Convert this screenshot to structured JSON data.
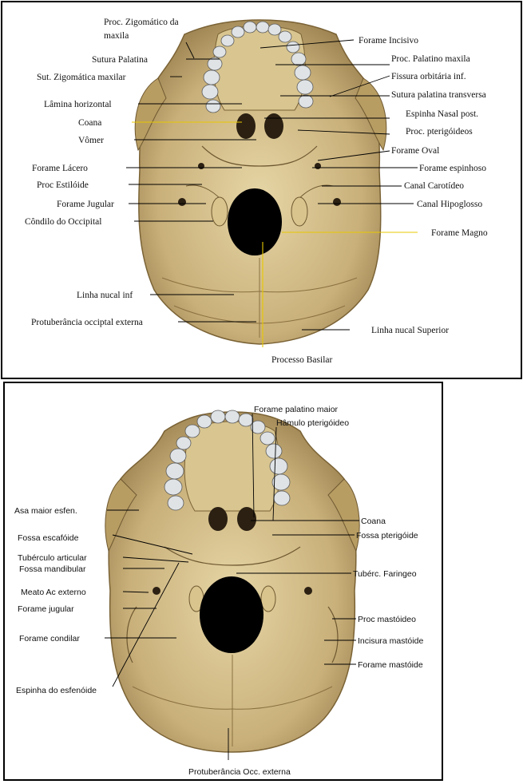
{
  "colors": {
    "bone": "#c9b27a",
    "bone_light": "#e3d3a3",
    "bone_dark": "#8a7140",
    "foramen": "#000000",
    "highlight_line": "#e8c800",
    "tooth": "#dfe3e6"
  },
  "top": {
    "labels": {
      "proc_zigomatico_1": "Proc. Zigomático da",
      "proc_zigomatico_2": "maxila",
      "sutura_palatina": "Sutura Palatina",
      "sut_zigomatica": "Sut. Zigomática maxilar",
      "lamina_horizontal": "Lâmina horizontal",
      "coana": "Coana",
      "vomer": "Vômer",
      "forame_lacero": "Forame Lácero",
      "proc_estiloide": "Proc Estilóide",
      "forame_jugular": "Forame Jugular",
      "condilo_occipital": "Côndilo do Occipital",
      "linha_nucal_inf": "Linha nucal inf",
      "protuberancia": "Protuberância occiptal externa",
      "forame_incisivo": "Forame Incisivo",
      "proc_palatino": "Proc. Palatino maxila",
      "fissura_orbitaria": "Fissura orbitária inf.",
      "sutura_transversa": "Sutura palatina transversa",
      "espinha_nasal": "Espinha Nasal post.",
      "proc_pterigoideos": "Proc. pterigóideos",
      "forame_oval": "Forame Oval",
      "forame_espinhoso": "Forame espinhoso",
      "canal_carotideo": "Canal Carotídeo",
      "canal_hipoglosso": "Canal Hipoglosso",
      "forame_magno": "Forame Magno",
      "linha_nucal_sup": "Linha nucal Superior",
      "processo_basilar": "Processo Basilar"
    }
  },
  "bottom": {
    "labels": {
      "forame_palatino": "Forame palatino maior",
      "hamulo": "Hâmulo pterigóideo",
      "asa_maior": "Asa maior esfen.",
      "fossa_escafoide": "Fossa escafóide",
      "tuberculo_articular": "Tubérculo articular",
      "fossa_mandibular": "Fossa mandibular",
      "meato": "Meato Ac externo",
      "forame_jugular": "Forame jugular",
      "forame_condilar": "Forame condilar",
      "espinha_esfenoide": "Espinha do esfenóide",
      "coana": "Coana",
      "fossa_pterigoide": "Fossa pterigóide",
      "tuberc_faringeo": "Tubérc. Faringeo",
      "proc_mastoideo": "Proc mastóideo",
      "incisura": "Incisura mastóide",
      "forame_mastoide": "Forame mastóide",
      "protuberancia": "Protuberância Occ. externa"
    }
  }
}
